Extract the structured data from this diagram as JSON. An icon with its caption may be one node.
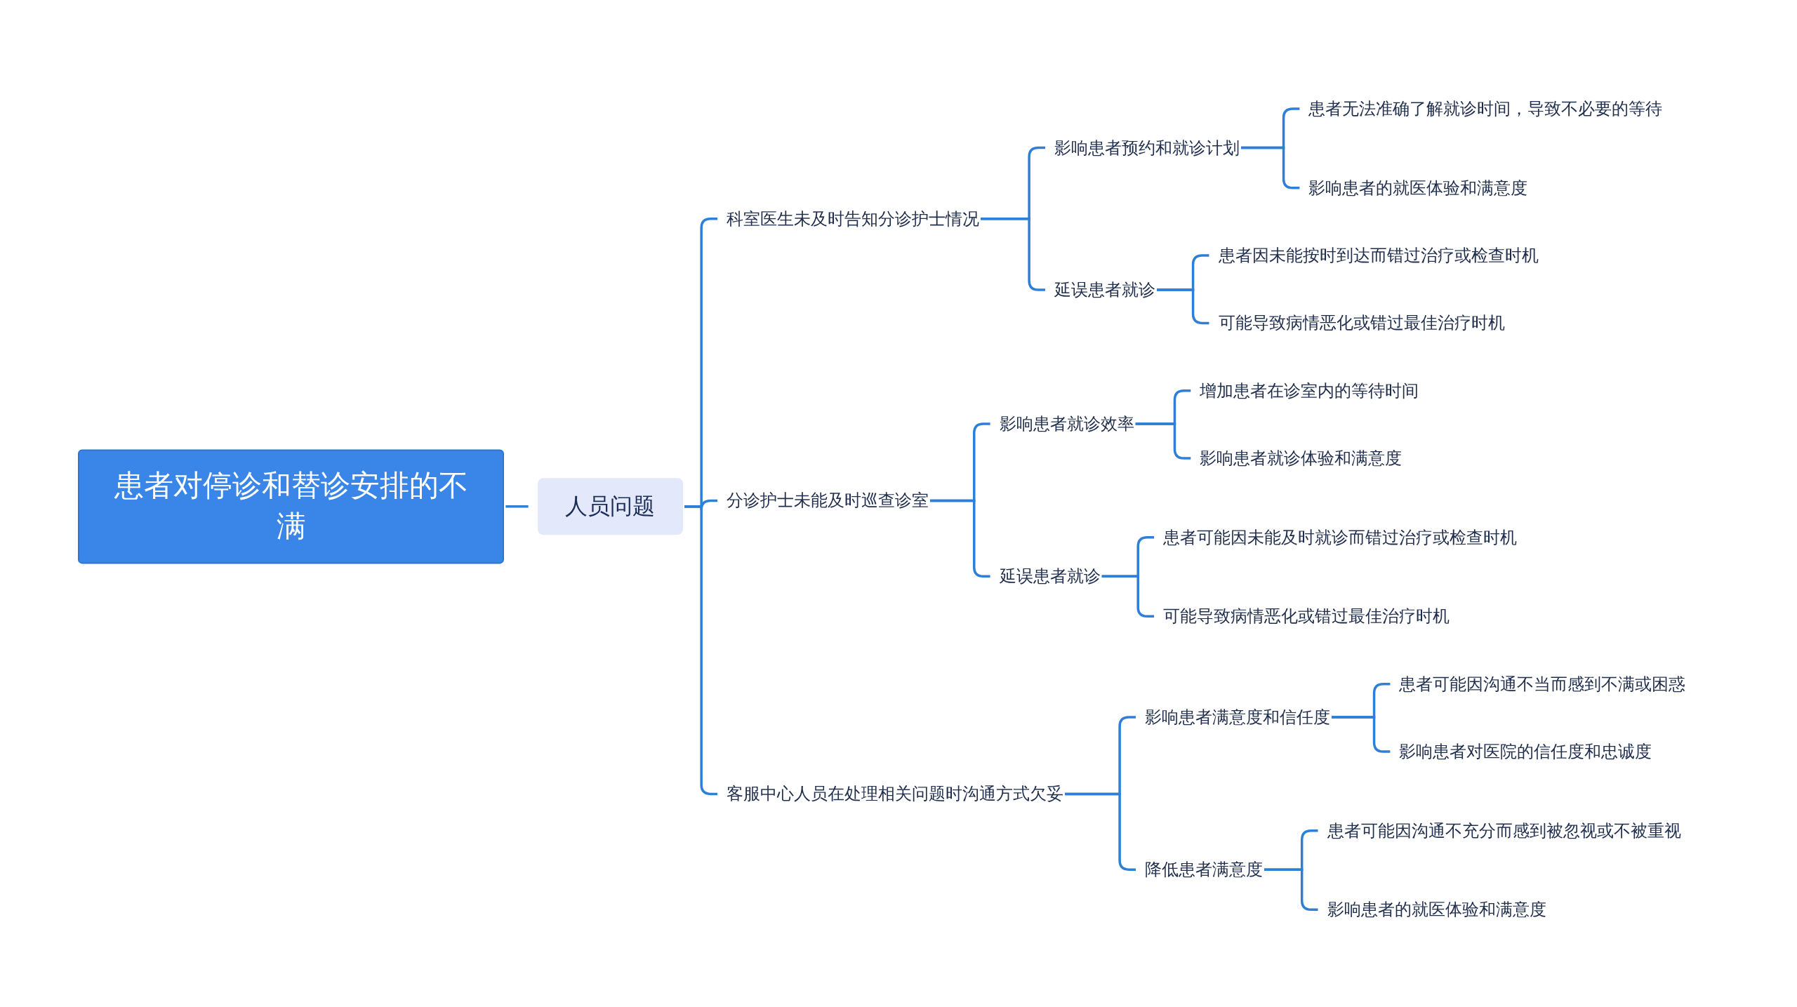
{
  "diagram": {
    "nodes": [
      {
        "text": [
          "患者对停诊和替诊安排的不满"
        ]
      },
      {
        "text": [
          "人员问题"
        ]
      },
      {
        "text": [
          "科室医生未及时告知分诊护士情况"
        ]
      },
      {
        "text": [
          "影响患者预约和就诊计划"
        ]
      },
      {
        "text": [
          "患者无法准确了解就诊时间，导致不必要的等待"
        ]
      },
      {
        "text": [
          "影响患者的就医体验和满意度"
        ]
      },
      {
        "text": [
          "延误患者就诊"
        ]
      },
      {
        "text": [
          "患者因未能按时到达而错过治疗或检查时机"
        ]
      },
      {
        "text": [
          "可能导致病情恶化或错过最佳治疗时机"
        ]
      },
      {
        "text": [
          "分诊护士未能及时巡查诊室"
        ]
      },
      {
        "text": [
          "影响患者就诊效率"
        ]
      },
      {
        "text": [
          "增加患者在诊室内的等待时间"
        ]
      },
      {
        "text": [
          "影响患者就诊体验和满意度"
        ]
      },
      {
        "text": [
          "延误患者就诊"
        ]
      },
      {
        "text": [
          "患者可能因未能及时就诊而错过治疗或检查时机"
        ]
      },
      {
        "text": [
          "可能导致病情恶化或错过最佳治疗时机"
        ]
      },
      {
        "text": [
          "客服中心人员在处理相关问题时沟通方式欠妥"
        ]
      },
      {
        "text": [
          "影响患者满意度和信任度"
        ]
      },
      {
        "text": [
          "患者可能因沟通不当而感到不满或困惑"
        ]
      },
      {
        "text": [
          "影响患者对医院的信任度和忠诚度"
        ]
      },
      {
        "text": [
          "降低患者满意度"
        ]
      },
      {
        "text": [
          "患者可能因沟通不充分而感到被忽视或不被重视"
        ]
      },
      {
        "text": [
          "影响患者的就医体验和满意度"
        ]
      }
    ],
    "edges": [
      {
        "from": 0,
        "to": 1,
        "arrow": "none"
      },
      {
        "from": 1,
        "to": 2,
        "arrow": "none"
      },
      {
        "from": 2,
        "to": 3,
        "arrow": "none"
      },
      {
        "from": 3,
        "to": 4,
        "arrow": "none"
      },
      {
        "from": 3,
        "to": 5,
        "arrow": "none"
      },
      {
        "from": 2,
        "to": 6,
        "arrow": "none"
      },
      {
        "from": 6,
        "to": 7,
        "arrow": "none"
      },
      {
        "from": 6,
        "to": 8,
        "arrow": "none"
      },
      {
        "from": 1,
        "to": 9,
        "arrow": "none"
      },
      {
        "from": 9,
        "to": 10,
        "arrow": "none"
      },
      {
        "from": 10,
        "to": 11,
        "arrow": "none"
      },
      {
        "from": 10,
        "to": 12,
        "arrow": "none"
      },
      {
        "from": 9,
        "to": 13,
        "arrow": "none"
      },
      {
        "from": 13,
        "to": 14,
        "arrow": "none"
      },
      {
        "from": 13,
        "to": 15,
        "arrow": "none"
      },
      {
        "from": 1,
        "to": 16,
        "arrow": "none"
      },
      {
        "from": 16,
        "to": 17,
        "arrow": "none"
      },
      {
        "from": 17,
        "to": 18,
        "arrow": "none"
      },
      {
        "from": 17,
        "to": 19,
        "arrow": "none"
      },
      {
        "from": 16,
        "to": 20,
        "arrow": "none"
      },
      {
        "from": 20,
        "to": 21,
        "arrow": "none"
      },
      {
        "from": 20,
        "to": 22,
        "arrow": "none"
      }
    ]
  }
}
